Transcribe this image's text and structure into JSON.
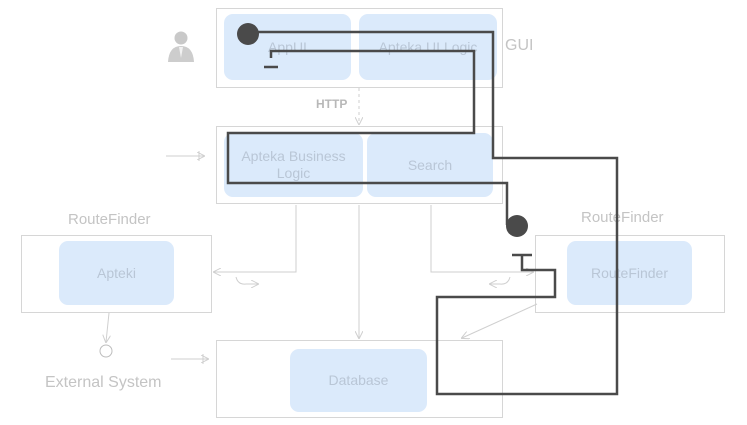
{
  "gui": {
    "label": "GUI",
    "components": [
      "AppUI",
      "Apteka UI Logic"
    ]
  },
  "http_label": "HTTP",
  "business": {
    "components": [
      "Apteka Business Logic",
      "Search"
    ]
  },
  "routefinder_left": {
    "title": "RouteFinder",
    "component": "Apteki"
  },
  "routefinder_right": {
    "title": "RouteFinder",
    "component": "RouteFinder"
  },
  "external_system": "External System",
  "database": {
    "component": "Database"
  },
  "colors": {
    "component_fill": "#dbeafb",
    "box_border": "#d6d6d6",
    "faded_text": "#c4c4c4",
    "overlay_line": "#4a4a4a"
  },
  "icons": [
    "user-icon",
    "port-arrow-icon",
    "lollipop-interface-icon"
  ]
}
